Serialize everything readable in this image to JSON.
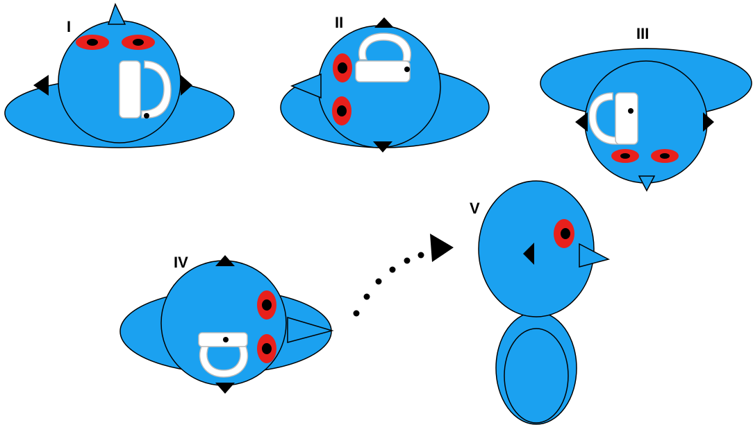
{
  "figure": {
    "background_color": "#ffffff",
    "colors": {
      "body": "#1ba1f0",
      "outline": "#000000",
      "eye_ring": "#e8201c",
      "pupil": "#000000",
      "tag": "#ffffff"
    },
    "panels": [
      {
        "label": "I"
      },
      {
        "label": "II"
      },
      {
        "label": "III"
      },
      {
        "label": "IV"
      },
      {
        "label": "V"
      }
    ],
    "transition_arrow": {
      "from": "IV",
      "to": "V",
      "style": "dotted"
    }
  }
}
